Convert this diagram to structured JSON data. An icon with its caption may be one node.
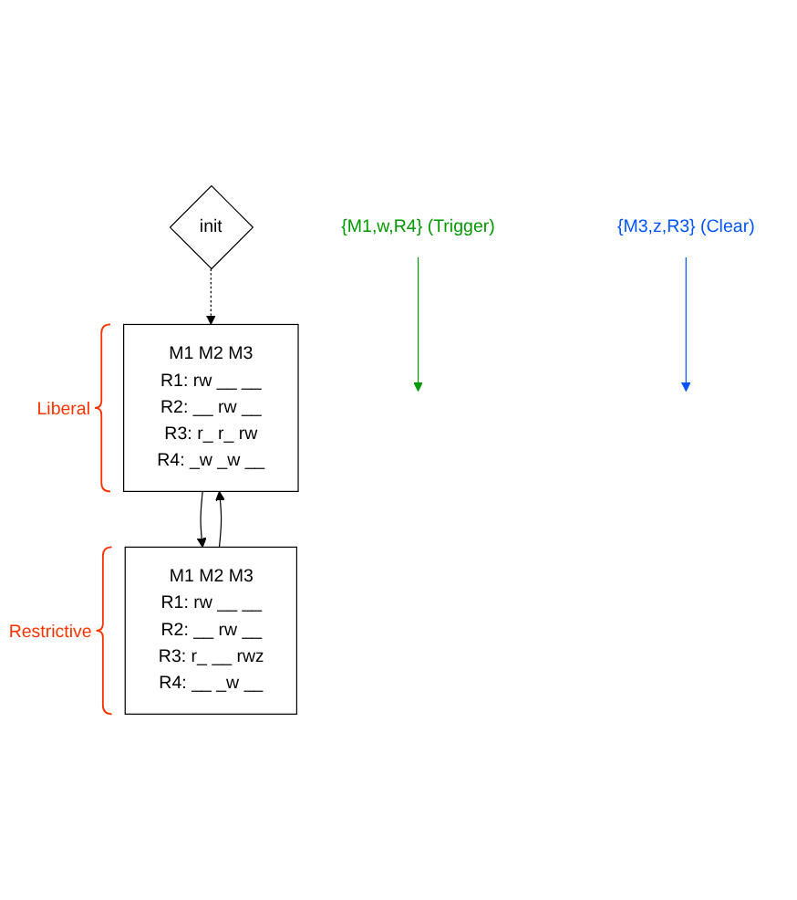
{
  "diagram": {
    "nodes": [
      {
        "text": [
          "init"
        ]
      },
      {
        "text": [
          "M1 M2 M3",
          "R1: rw __ __",
          "R2: __ rw __",
          "R3: r_ r_ rw",
          "R4: _w _w __"
        ],
        "beside": [
          "Liberal"
        ]
      },
      {
        "text": [
          "M1 M2 M3",
          "R1: rw __ __",
          "R2: __ rw __",
          "R3: r_ __ rwz",
          "R4: __ _w __"
        ],
        "beside": [
          "Restrictive"
        ]
      },
      {
        "text": [
          "{M1,w,R4} (Trigger)"
        ]
      },
      {
        "text": [
          "{M3,z,R3} (Clear)"
        ]
      }
    ],
    "edges": [
      {
        "from": 0,
        "to": 1,
        "arrow": "to",
        "style": "dashed"
      },
      {
        "from": 1,
        "to": 2,
        "arrow": "to"
      },
      {
        "from": 2,
        "to": 1,
        "arrow": "to"
      },
      {
        "from": 3,
        "to": null,
        "arrow": "to",
        "color": "#009900"
      },
      {
        "from": 4,
        "to": null,
        "arrow": "to",
        "color": "#0055ff"
      }
    ]
  }
}
